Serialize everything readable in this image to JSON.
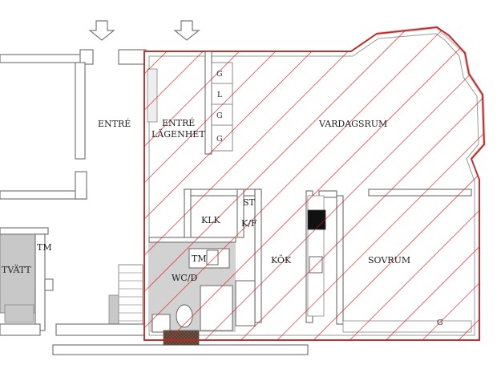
{
  "plan": {
    "rooms": {
      "entre": "ENTRÉ",
      "entre_lagenhet_line1": "ENTRÉ",
      "entre_lagenhet_line2": "LÄGENHET",
      "vardagsrum": "VARDAGSRUM",
      "klk": "KLK",
      "st": "ST",
      "kf": "K/F",
      "kok": "KÖK",
      "sovrum": "SOVRUM",
      "tm_bath": "TM",
      "wcd": "WC/D",
      "tm_tvatt": "TM",
      "tvatt": "TVÄTT"
    },
    "closets": [
      "G",
      "L",
      "G",
      "G"
    ],
    "sovrum_closet": "G",
    "colors": {
      "hatch": "#e01818",
      "wall": "#777777",
      "tile": "#d2d2d2",
      "stair_grey": "#c8c8c8",
      "mat": "#7a2a30"
    },
    "icons": [
      "arrow-down-icon",
      "arrow-down-icon"
    ]
  }
}
